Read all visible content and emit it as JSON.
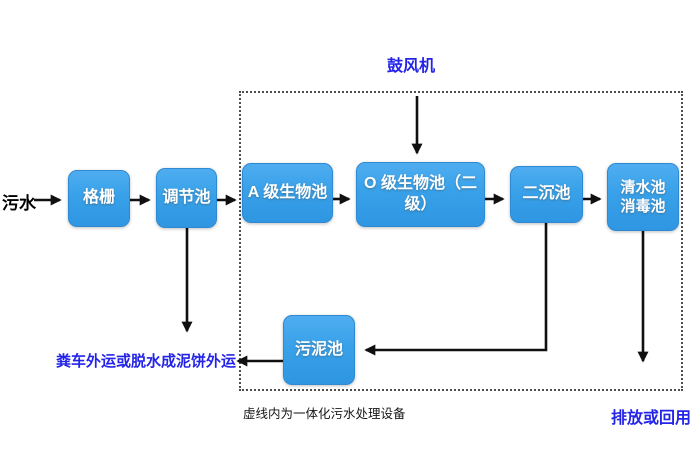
{
  "diagram": {
    "input_label": "污水",
    "blower_label": "鼓风机",
    "nodes": {
      "grid": {
        "label": "格栅"
      },
      "regulating_tank": {
        "label": "调节池"
      },
      "a_bio_tank": {
        "label": "A 级生物池"
      },
      "o_bio_tank": {
        "label": "O 级生物池（二级）"
      },
      "secondary_sedimentation_tank": {
        "label": "二沉池"
      },
      "clean_water_tank": {
        "line1": "清水池",
        "line2": "消毒池"
      },
      "sludge_tank": {
        "label": "污泥池"
      }
    },
    "sludge_disposal_label": "粪车外运或脱水成泥饼外运",
    "dashed_area_caption": "虚线内为一体化污水处理设备",
    "discharge_label": "排放或回用",
    "colors": {
      "box_fill_top": "#4FADF0",
      "box_fill_bottom": "#2F96E2",
      "box_border": "#2F89D2",
      "box_text": "#FFFFFF",
      "accent_text_blue": "#2424E8",
      "connector_black": "#101010",
      "dashed_border_gray": "#4D4D4D",
      "background": "#FFFFFF"
    }
  }
}
